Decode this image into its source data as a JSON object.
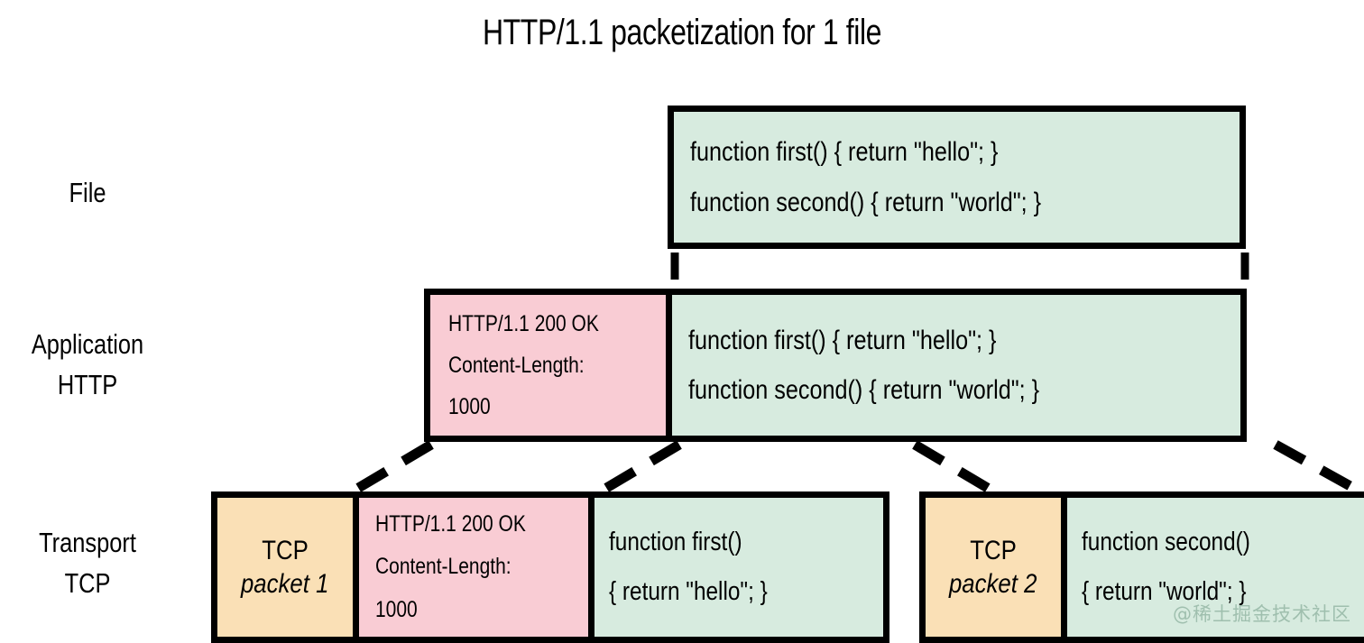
{
  "title": "HTTP/1.1 packetization for 1 file",
  "colors": {
    "body_green": "#d7ebdf",
    "header_pink": "#f9ccd4",
    "tcp_peach": "#fae0b6",
    "frame_black": "#000000",
    "background": "#ffffff",
    "watermark": "#9fbfae"
  },
  "rows": {
    "file": {
      "label": "File",
      "body": {
        "line1": "function first() { return \"hello\"; }",
        "line2": "function second() { return \"world\"; }"
      }
    },
    "application": {
      "label": "Application\nHTTP",
      "header": {
        "line1": "HTTP/1.1 200 OK",
        "line2": "Content-Length:",
        "line3": "1000"
      },
      "body": {
        "line1": "function first() { return \"hello\"; }",
        "line2": "function second() { return \"world\"; }"
      }
    },
    "transport": {
      "label": "Transport\nTCP",
      "packet1": {
        "tcp_title": "TCP",
        "tcp_sub": "packet 1",
        "header": {
          "line1": "HTTP/1.1 200 OK",
          "line2": "Content-Length:",
          "line3": "1000"
        },
        "body": {
          "line1": "function first()",
          "line2": "{ return \"hello\"; }"
        }
      },
      "packet2": {
        "tcp_title": "TCP",
        "tcp_sub": "packet 2",
        "body": {
          "line1": "function second()",
          "line2": "{ return \"world\"; }"
        }
      }
    }
  },
  "watermark": "@稀土掘金技术社区"
}
